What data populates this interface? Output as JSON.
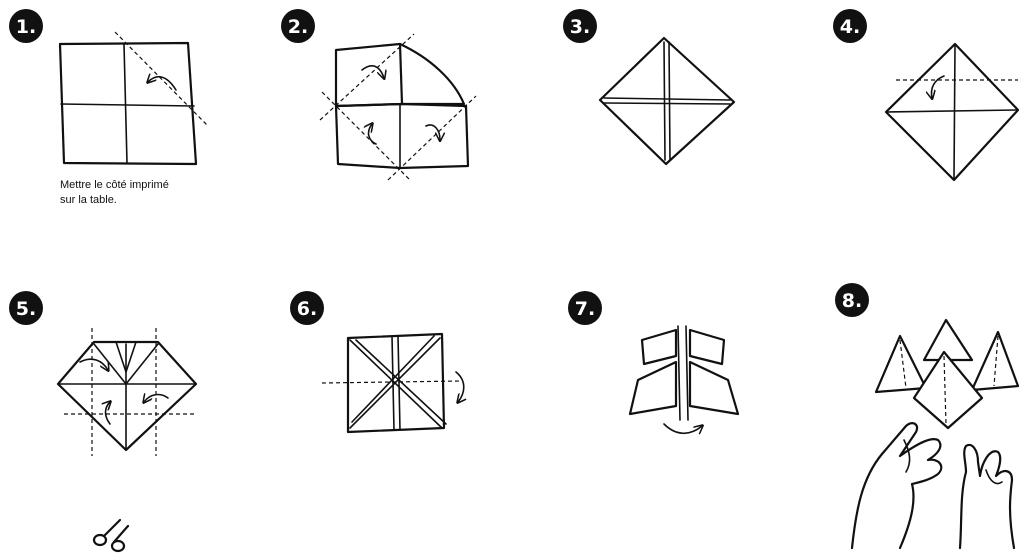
{
  "steps": [
    {
      "number": "1."
    },
    {
      "number": "2."
    },
    {
      "number": "3."
    },
    {
      "number": "4."
    },
    {
      "number": "5."
    },
    {
      "number": "6."
    },
    {
      "number": "7."
    },
    {
      "number": "8."
    }
  ],
  "instruction": {
    "line1": "Mettre le côté imprimé",
    "line2": "sur la table."
  },
  "icons": [
    "fold-arrow-icon",
    "scissors-icon",
    "hand-icon"
  ],
  "colors": {
    "ink": "#111111",
    "paper": "#ffffff"
  }
}
